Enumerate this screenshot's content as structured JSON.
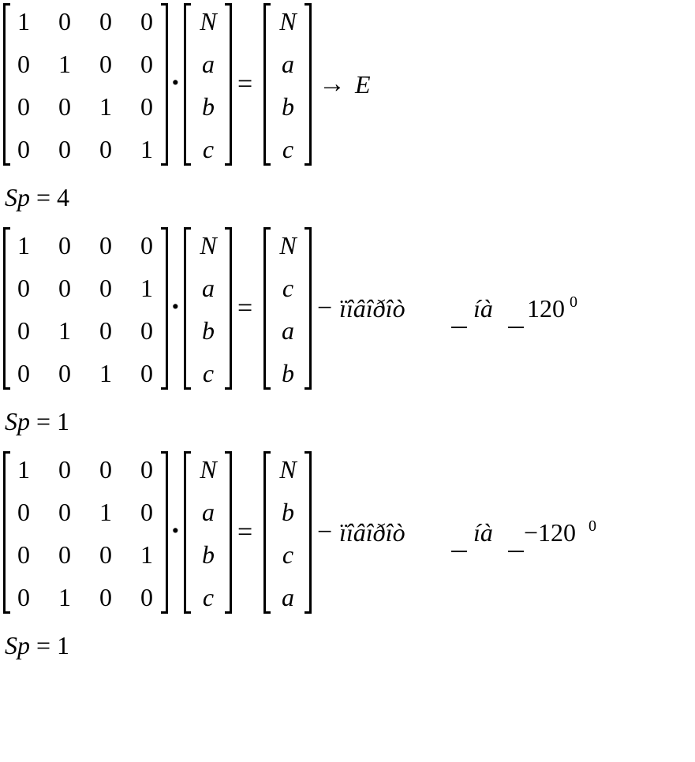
{
  "equations": [
    {
      "matrix": [
        [
          "1",
          "0",
          "0",
          "0"
        ],
        [
          "0",
          "1",
          "0",
          "0"
        ],
        [
          "0",
          "0",
          "1",
          "0"
        ],
        [
          "0",
          "0",
          "0",
          "1"
        ]
      ],
      "vector": [
        "N",
        "a",
        "b",
        "c"
      ],
      "result": [
        "N",
        "a",
        "b",
        "c"
      ],
      "arrow": "→",
      "label": "E",
      "sp_lhs": "Sp",
      "sp_eq": "=",
      "sp_value": "4"
    },
    {
      "matrix": [
        [
          "1",
          "0",
          "0",
          "0"
        ],
        [
          "0",
          "0",
          "0",
          "1"
        ],
        [
          "0",
          "1",
          "0",
          "0"
        ],
        [
          "0",
          "0",
          "1",
          "0"
        ]
      ],
      "vector": [
        "N",
        "a",
        "b",
        "c"
      ],
      "result": [
        "N",
        "c",
        "a",
        "b"
      ],
      "dash": "−",
      "word": "ïîâîðîò",
      "word2": "íà",
      "angle_sign": "",
      "angle": "120",
      "angle_sup": "0",
      "sp_lhs": "Sp",
      "sp_eq": "=",
      "sp_value": "1"
    },
    {
      "matrix": [
        [
          "1",
          "0",
          "0",
          "0"
        ],
        [
          "0",
          "0",
          "1",
          "0"
        ],
        [
          "0",
          "0",
          "0",
          "1"
        ],
        [
          "0",
          "1",
          "0",
          "0"
        ]
      ],
      "vector": [
        "N",
        "a",
        "b",
        "c"
      ],
      "result": [
        "N",
        "b",
        "c",
        "a"
      ],
      "dash": "−",
      "word": "ïîâîðîò",
      "word2": "íà",
      "angle_sign": "−",
      "angle": "120",
      "angle_sup": "0",
      "sp_lhs": "Sp",
      "sp_eq": "=",
      "sp_value": "1"
    }
  ],
  "symbols": {
    "dot": "·",
    "equals": "="
  }
}
